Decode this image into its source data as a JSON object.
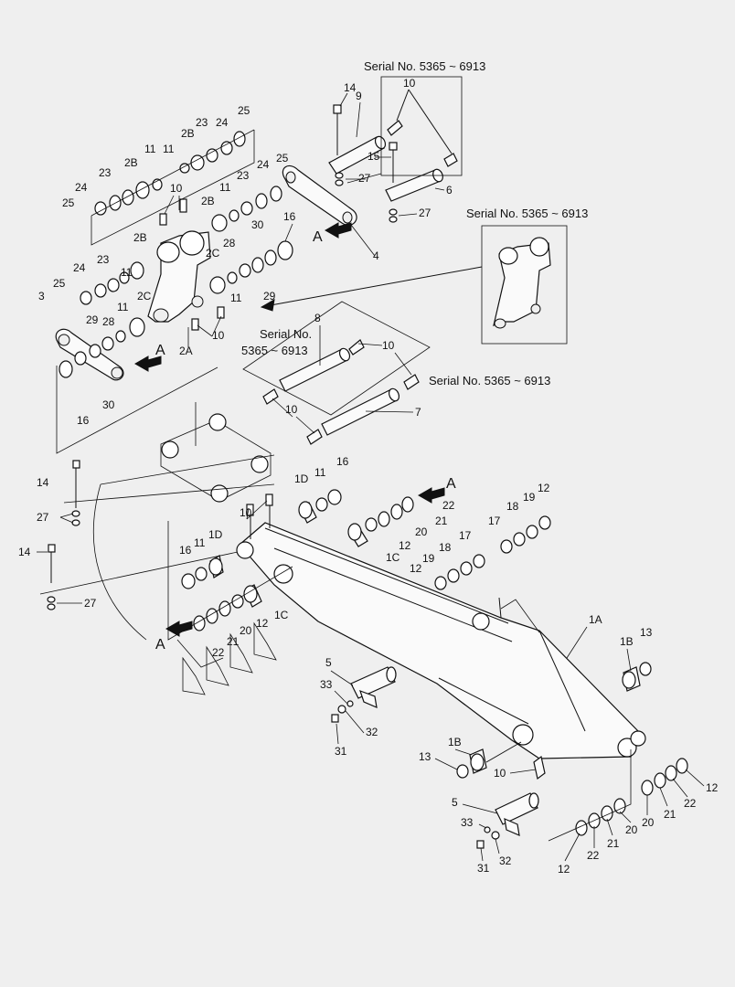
{
  "labels": {
    "p1A": "1A",
    "p1B": "1B",
    "p1C": "1C",
    "p1D": "1D",
    "p2A": "2A",
    "p2B": "2B",
    "p2C": "2C",
    "p3": "3",
    "p4": "4",
    "p5": "5",
    "p6": "6",
    "p7": "7",
    "p8": "8",
    "p9": "9",
    "p10": "10",
    "p11": "11",
    "p12": "12",
    "p13": "13",
    "p14": "14",
    "p15": "15",
    "p16": "16",
    "p17": "17",
    "p18": "18",
    "p19": "19",
    "p20": "20",
    "p21": "21",
    "p22": "22",
    "p23": "23",
    "p24": "24",
    "p25": "25",
    "p27": "27",
    "p28": "28",
    "p29": "29",
    "p30": "30",
    "p31": "31",
    "p32": "32",
    "p33": "33"
  },
  "notes": {
    "serial": "Serial No. 5365 ~ 6913",
    "serial_line1": "Serial No.",
    "serial_line2": "5365 ~ 6913"
  },
  "view_marker": "A"
}
